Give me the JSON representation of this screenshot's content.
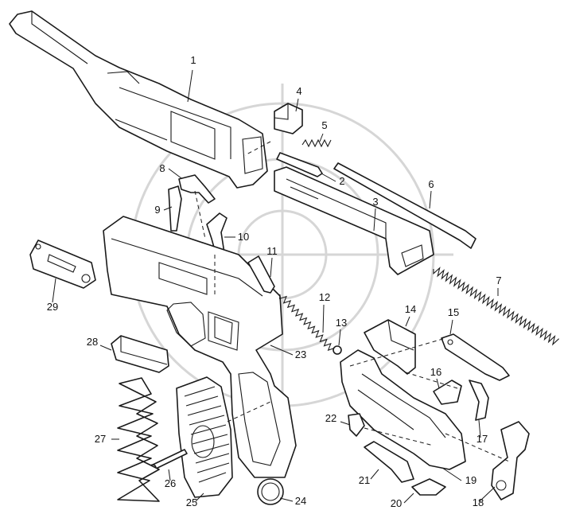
{
  "diagram": {
    "type": "exploded-parts",
    "callouts": [
      {
        "id": "1",
        "label": "1"
      },
      {
        "id": "2",
        "label": "2"
      },
      {
        "id": "3",
        "label": "3"
      },
      {
        "id": "4",
        "label": "4"
      },
      {
        "id": "5",
        "label": "5"
      },
      {
        "id": "6",
        "label": "6"
      },
      {
        "id": "7",
        "label": "7"
      },
      {
        "id": "8",
        "label": "8"
      },
      {
        "id": "9",
        "label": "9"
      },
      {
        "id": "10",
        "label": "10"
      },
      {
        "id": "11",
        "label": "11"
      },
      {
        "id": "12",
        "label": "12"
      },
      {
        "id": "13",
        "label": "13"
      },
      {
        "id": "14",
        "label": "14"
      },
      {
        "id": "15",
        "label": "15"
      },
      {
        "id": "16",
        "label": "16"
      },
      {
        "id": "17",
        "label": "17"
      },
      {
        "id": "18",
        "label": "18"
      },
      {
        "id": "19",
        "label": "19"
      },
      {
        "id": "20",
        "label": "20"
      },
      {
        "id": "21",
        "label": "21"
      },
      {
        "id": "22",
        "label": "22"
      },
      {
        "id": "23",
        "label": "23"
      },
      {
        "id": "24",
        "label": "24"
      },
      {
        "id": "25",
        "label": "25"
      },
      {
        "id": "26",
        "label": "26"
      },
      {
        "id": "27",
        "label": "27"
      },
      {
        "id": "28",
        "label": "28"
      },
      {
        "id": "29",
        "label": "29"
      }
    ]
  }
}
